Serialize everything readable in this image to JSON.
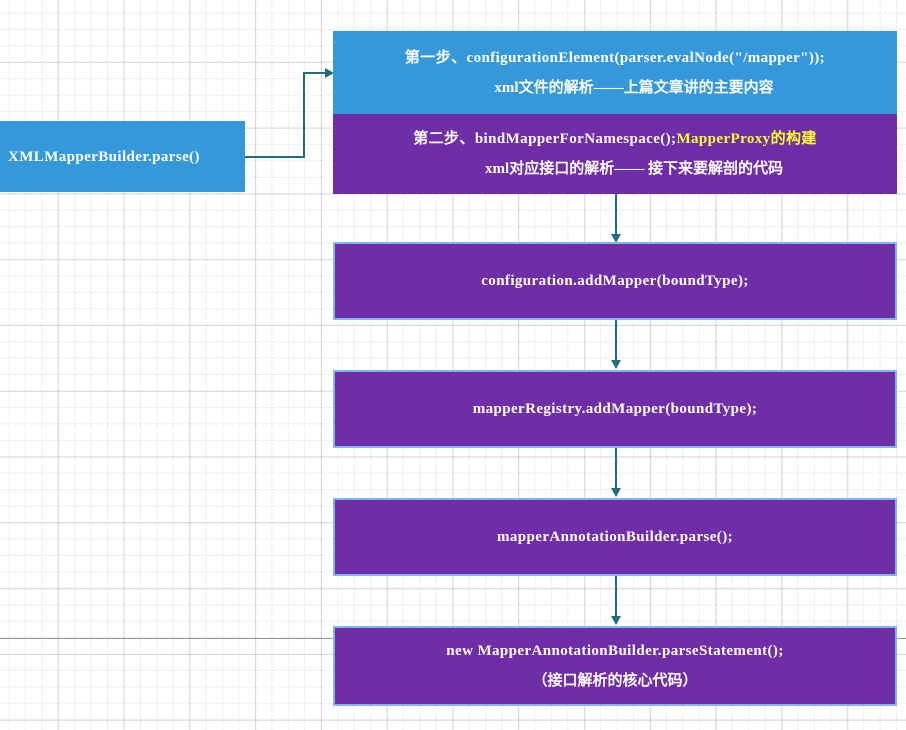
{
  "canvas": {
    "background": "#ffffff",
    "grid_color": "#d7d7d7",
    "page_break_line": true
  },
  "palette": {
    "blue": "#3498db",
    "purple": "#6f2da8",
    "border_blue": "#7fb8e8",
    "connector": "#1f6e7e",
    "highlight_yellow": "#ffff2e",
    "text": "#ffffff"
  },
  "nodes": {
    "entry": {
      "label": "XMLMapperBuilder.parse()",
      "color": "#3498db"
    },
    "step1": {
      "line1": "第一步、configurationElement(parser.evalNode(\"/mapper\"));",
      "line2": "xml文件的解析――上篇文章讲的主要内容",
      "color": "#3498db"
    },
    "step2": {
      "line1_prefix": "第二步、bindMapperForNamespace();",
      "line1_highlight": "MapperProxy的构建",
      "line2": "xml对应接口的解析―― 接下来要解剖的代码",
      "color": "#6f2da8"
    },
    "box3": {
      "label": "configuration.addMapper(boundType);",
      "color": "#6f2da8"
    },
    "box4": {
      "label": "mapperRegistry.addMapper(boundType);",
      "color": "#6f2da8"
    },
    "box5": {
      "label": "mapperAnnotationBuilder.parse();",
      "color": "#6f2da8"
    },
    "box6": {
      "line1": "new MapperAnnotationBuilder.parseStatement();",
      "line2": "（接口解析的核心代码）",
      "color": "#6f2da8"
    }
  },
  "connectors": [
    {
      "name": "entry-to-step1",
      "type": "elbow-right-arrow"
    },
    {
      "name": "step2-to-box3",
      "type": "vertical-arrow"
    },
    {
      "name": "box3-to-box4",
      "type": "vertical-arrow"
    },
    {
      "name": "box4-to-box5",
      "type": "vertical-arrow"
    },
    {
      "name": "box5-to-box6",
      "type": "vertical-arrow"
    }
  ]
}
